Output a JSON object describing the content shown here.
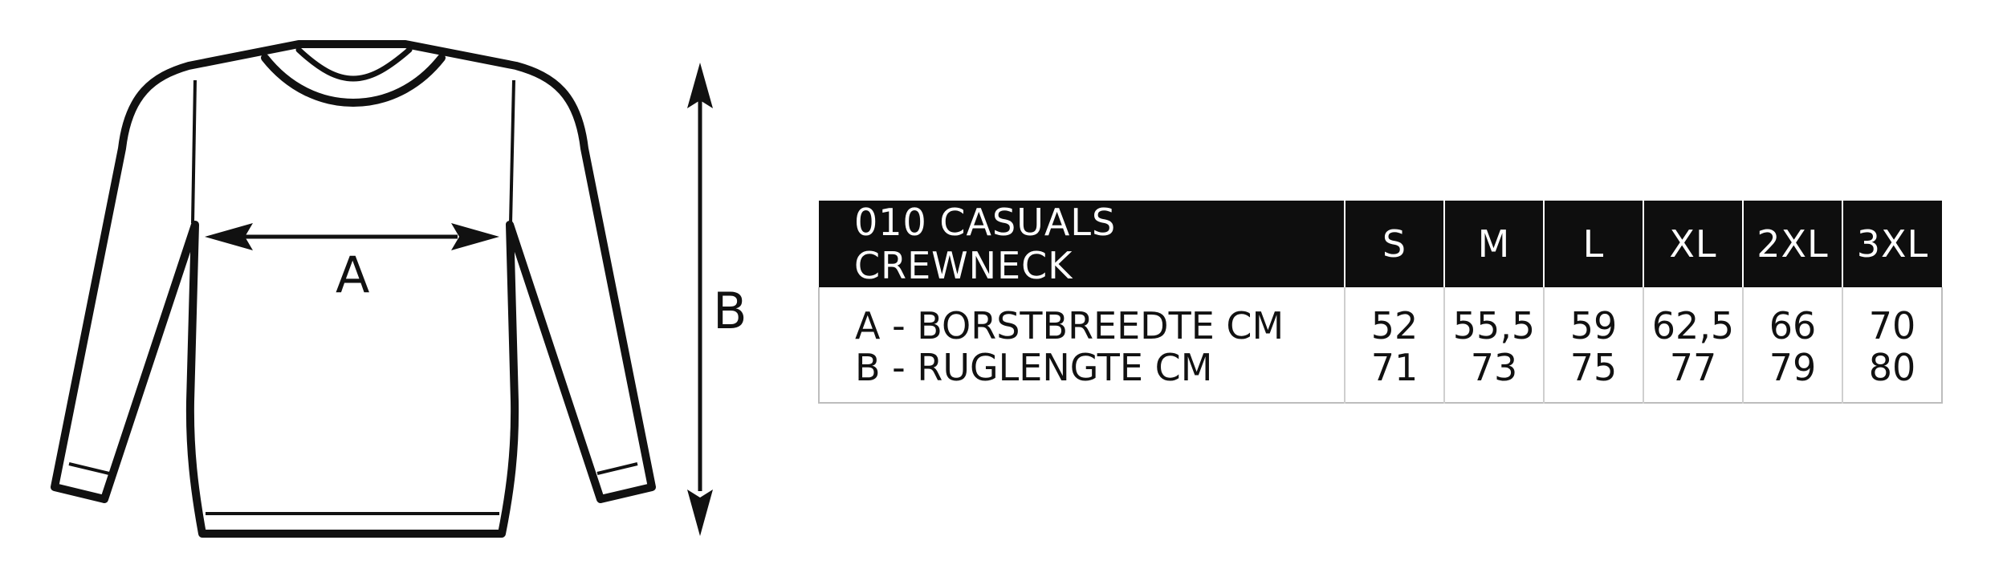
{
  "diagram": {
    "label_a": "A",
    "label_b": "B",
    "icon": "crewneck-sweater-outline-icon"
  },
  "table": {
    "title": "010 CASUALS CREWNECK",
    "sizes": [
      "S",
      "M",
      "L",
      "XL",
      "2XL",
      "3XL"
    ],
    "rows": [
      {
        "label": "A - BORSTBREEDTE CM",
        "values": [
          "52",
          "55,5",
          "59",
          "62,5",
          "66",
          "70"
        ]
      },
      {
        "label": "B - RUGLENGTE CM",
        "values": [
          "71",
          "73",
          "75",
          "77",
          "79",
          "80"
        ]
      }
    ]
  },
  "colors": {
    "header_bg": "#0e0e0e",
    "header_text": "#ffffff",
    "line": "#111111",
    "border": "#bdbdbd"
  }
}
